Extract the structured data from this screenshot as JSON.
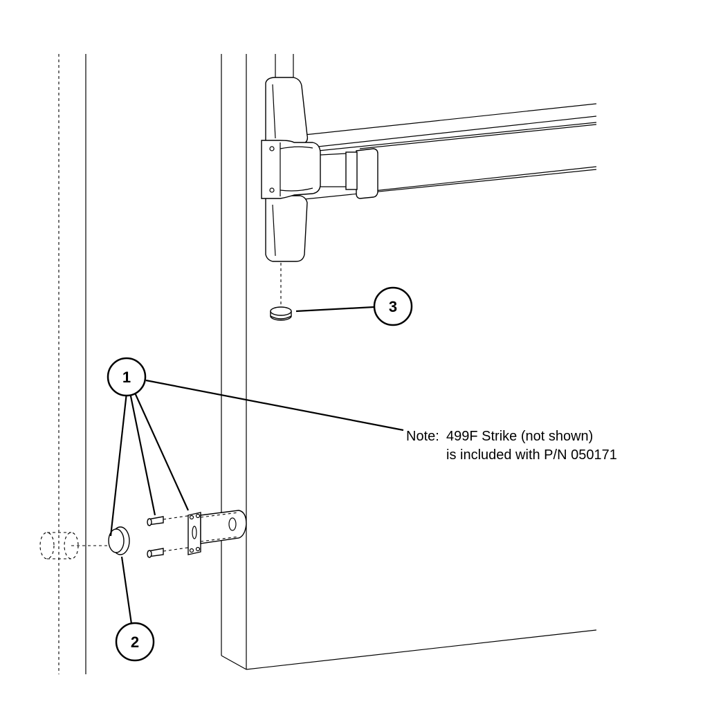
{
  "callouts": [
    {
      "id": "1",
      "label": "1"
    },
    {
      "id": "2",
      "label": "2"
    },
    {
      "id": "3",
      "label": "3"
    }
  ],
  "note": {
    "prefix": "Note:",
    "line1": "499F Strike (not shown)",
    "line2": "is included with P/N 050171"
  }
}
